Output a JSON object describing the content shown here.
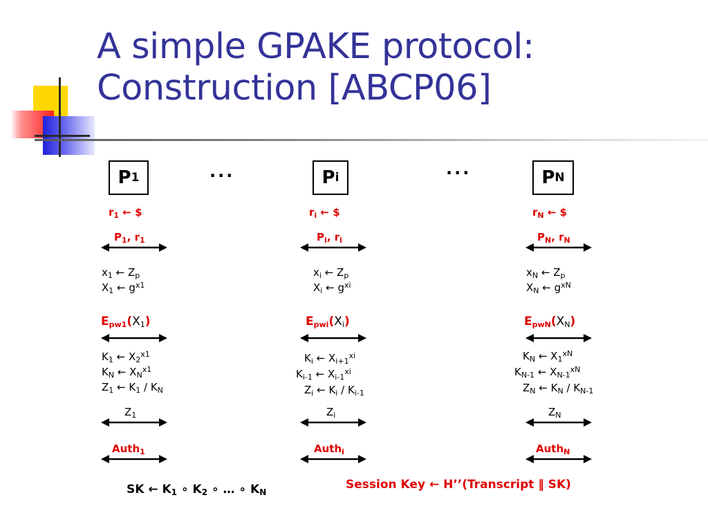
{
  "slide": {
    "title_line1": "A simple GPAKE protocol:",
    "title_line2": "Construction [ABCP06]",
    "colors": {
      "title": "#333399",
      "highlight": "#e00000"
    }
  },
  "parties": [
    {
      "box": {
        "main": "P",
        "sub": "1"
      },
      "r": {
        "main": "r",
        "sub": "1",
        "rest": " ← $"
      },
      "send1": {
        "p": "P",
        "psub": "1",
        "sep": ", ",
        "r": "r",
        "rsub": "1"
      },
      "x": {
        "main": "x",
        "sub": "1",
        "mid": " ← Z",
        "sub2": "p"
      },
      "X": {
        "main": "X",
        "sub": "1",
        "mid": " ← g",
        "sup": "x1"
      },
      "enc": {
        "e": "E",
        "esub": "pw1",
        "open": "(",
        "x": "X",
        "xsub": "1",
        "close": ")"
      },
      "k1": {
        "main": "K",
        "sub": "1",
        "mid": " ← X",
        "sub2": "2",
        "sup": "x1"
      },
      "k2": {
        "main": "K",
        "sub": "N",
        "mid": " ← X",
        "sub2": "N",
        "sup": "x1"
      },
      "z": {
        "main": "Z",
        "sub": "1",
        "mid": " ← K",
        "sub2": "1",
        "mid2": " / K",
        "sub3": "N"
      },
      "zmsg": {
        "main": "Z",
        "sub": "1"
      },
      "auth": {
        "main": "Auth",
        "sub": "1"
      }
    },
    {
      "box": {
        "main": "P",
        "sub": "i"
      },
      "r": {
        "main": "r",
        "sub": "i",
        "rest": " ← $"
      },
      "send1": {
        "p": "P",
        "psub": "i",
        "sep": ", ",
        "r": "r",
        "rsub": "i"
      },
      "x": {
        "main": "x",
        "sub": "i",
        "mid": " ← Z",
        "sub2": "p"
      },
      "X": {
        "main": "X",
        "sub": "i",
        "mid": " ← g",
        "sup": "xi"
      },
      "enc": {
        "e": "E",
        "esub": "pwi",
        "open": "(",
        "x": "X",
        "xsub": "i",
        "close": ")"
      },
      "k1": {
        "main": "K",
        "sub": "i",
        "mid": " ← X",
        "sub2": "i+1",
        "sup": "xi"
      },
      "k2": {
        "main": "K",
        "sub": "i-1",
        "mid": " ← X",
        "sub2": "i-1",
        "sup": "xi"
      },
      "z": {
        "main": "Z",
        "sub": "i",
        "mid": " ← K",
        "sub2": "i",
        "mid2": " / K",
        "sub3": "i-1"
      },
      "zmsg": {
        "main": "Z",
        "sub": "i"
      },
      "auth": {
        "main": "Auth",
        "sub": "i"
      }
    },
    {
      "box": {
        "main": "P",
        "sub": "N"
      },
      "r": {
        "main": "r",
        "sub": "N",
        "rest": " ← $"
      },
      "send1": {
        "p": "P",
        "psub": "N",
        "sep": ", ",
        "r": "r",
        "rsub": "N"
      },
      "x": {
        "main": "x",
        "sub": "N",
        "mid": " ← Z",
        "sub2": "p"
      },
      "X": {
        "main": "X",
        "sub": "N",
        "mid": " ← g",
        "sup": "xN"
      },
      "enc": {
        "e": "E",
        "esub": "pwN",
        "open": "(",
        "x": "X",
        "xsub": "N",
        "close": ")"
      },
      "k1": {
        "main": "K",
        "sub": "N",
        "mid": " ← X",
        "sub2": "1",
        "sup": "xN"
      },
      "k2": {
        "main": "K",
        "sub": "N-1",
        "mid": " ← X",
        "sub2": "N-1",
        "sup": "xN"
      },
      "z": {
        "main": "Z",
        "sub": "N",
        "mid": " ← K",
        "sub2": "N",
        "mid2": " / K",
        "sub3": "N-1"
      },
      "zmsg": {
        "main": "Z",
        "sub": "N"
      },
      "auth": {
        "main": "Auth",
        "sub": "N"
      }
    }
  ],
  "ellipsis": "···",
  "sk": {
    "lead": "SK ← K",
    "s1": "1",
    "op1": " ∘ K",
    "s2": "2",
    "op2": " ∘ … ∘ K",
    "s3": "N"
  },
  "session_key": "Session Key ← H’’(Transcript ‖ SK)"
}
